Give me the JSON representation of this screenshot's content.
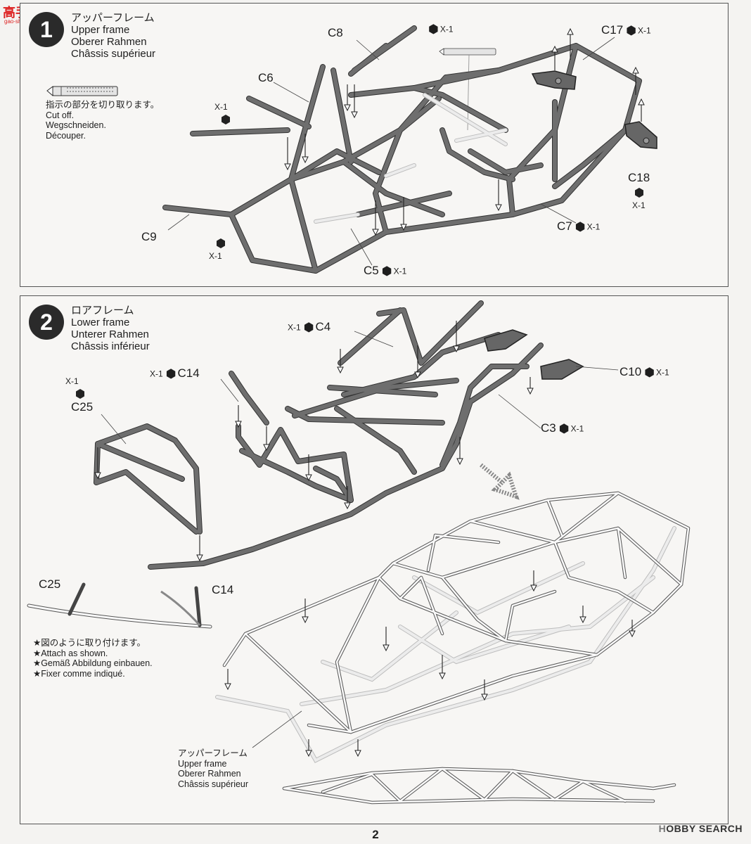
{
  "watermark": {
    "logo": "高手网",
    "logo_sub": "gao-shou.com"
  },
  "step1": {
    "number": "1",
    "title_jp": "アッパーフレーム",
    "title_en": "Upper frame",
    "title_de": "Oberer Rahmen",
    "title_fr": "Châssis supérieur",
    "cut_note": {
      "jp": "指示の部分を切り取ります。",
      "en": "Cut off.",
      "de": "Wegschneiden.",
      "fr": "Découper."
    },
    "parts": {
      "c8": "C8",
      "c6": "C6",
      "c9": "C9",
      "c5": "C5",
      "c7": "C7",
      "c17": "C17",
      "c18": "C18",
      "x1": "X-1"
    }
  },
  "step2": {
    "number": "2",
    "title_jp": "ロアフレーム",
    "title_en": "Lower frame",
    "title_de": "Unterer Rahmen",
    "title_fr": "Châssis inférieur",
    "parts": {
      "c4": "C4",
      "c14": "C14",
      "c25": "C25",
      "c10": "C10",
      "c3": "C3",
      "x1": "X-1"
    },
    "attach_note": {
      "jp": "★図のように取り付けます。",
      "en": "★Attach as shown.",
      "de": "★Gemäß Abbildung einbauen.",
      "fr": "★Fixer comme indiqué."
    },
    "upper_frame_label": {
      "jp": "アッパーフレーム",
      "en": "Upper frame",
      "de": "Oberer Rahmen",
      "fr": "Châssis supérieur"
    }
  },
  "footer": {
    "page_number": "2",
    "brand_h": "H",
    "brand": "OBBY SEARCH"
  }
}
